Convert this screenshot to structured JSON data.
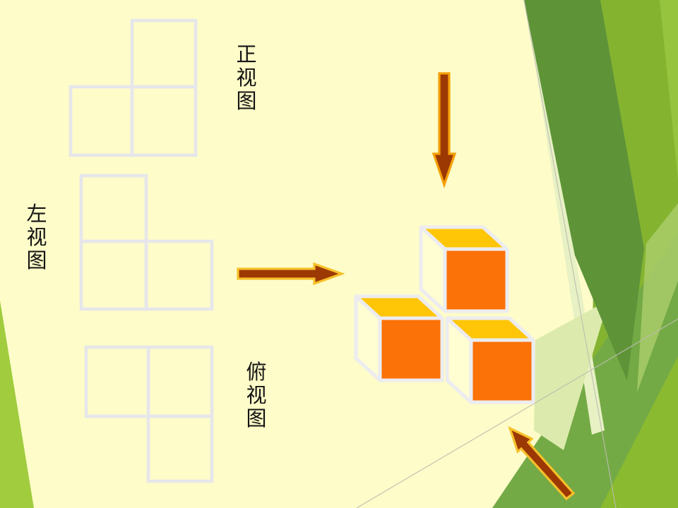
{
  "labels": {
    "front_view": "正视图",
    "side_view": "左视图",
    "top_view": "俯视图"
  },
  "views": {
    "front": {
      "label": "正视图",
      "cells": [
        [
          0,
          1
        ],
        [
          1,
          0
        ],
        [
          1,
          1
        ]
      ]
    },
    "side": {
      "label": "左视图",
      "cells": [
        [
          0,
          0
        ],
        [
          1,
          0
        ],
        [
          1,
          1
        ]
      ]
    },
    "top": {
      "label": "俯视图",
      "cells": [
        [
          0,
          0
        ],
        [
          0,
          1
        ],
        [
          1,
          1
        ]
      ]
    }
  },
  "cubes": {
    "count": 3
  },
  "arrows": [
    {
      "id": "down-arrow",
      "direction": "down",
      "outline": "orange"
    },
    {
      "id": "right-arrow",
      "direction": "right",
      "outline": "gold"
    },
    {
      "id": "up-left-arrow",
      "direction": "up-left",
      "outline": "gold"
    }
  ],
  "colors": {
    "background": "#FEFCC9",
    "text": "#141414",
    "square_outline": "#E6E6EB",
    "thin_line": "#BDBDB0",
    "cube": {
      "top_face": "#FFC608",
      "front_face": "#FB7208",
      "side_face": "#FFFDD2",
      "edge": "#ECECF0"
    },
    "arrow": {
      "fill": "#9C3903",
      "outline_gold": "#F7C02A",
      "outline_orange": "#F5A009"
    },
    "greens": {
      "bright": "#84B330",
      "light_top": "#96C43E",
      "mid_leaf": "#74AA46",
      "bright_bottom": "#8ABA2F",
      "pale_strip": "#E7F1C4",
      "pale_wedge": "#DCEBAD",
      "dark_leaf": "#5E9338",
      "light_mid": "#A8CD68",
      "corner_wedge": "#A0CC3E"
    }
  }
}
